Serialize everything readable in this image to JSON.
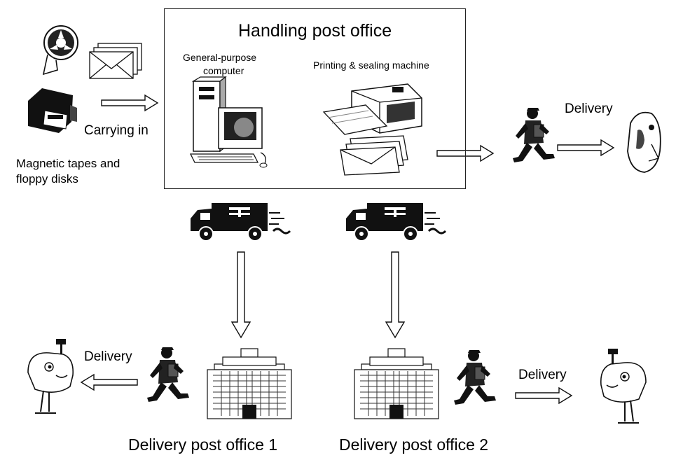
{
  "labels": {
    "handling_post_office": "Handling post office",
    "general_purpose_computer_line1": "General-purpose",
    "general_purpose_computer_line2": "computer",
    "printing_sealing_machine": "Printing & sealing machine",
    "carrying_in": "Carrying in",
    "media_line1": "Magnetic tapes and",
    "media_line2": "floppy disks",
    "delivery_right": "Delivery",
    "delivery_left": "Delivery",
    "delivery_office2": "Delivery",
    "delivery_post_office_1": "Delivery post office 1",
    "delivery_post_office_2": "Delivery post office 2"
  },
  "icons": {
    "tape_reel": "tape-reel-icon",
    "envelopes": "envelope-stack-icon",
    "floppy_drive": "floppy-disk-icon",
    "computer": "computer-icon",
    "printer": "printer-icon",
    "mail_truck": "mail-truck-icon",
    "postman": "postman-icon",
    "building": "post-office-building-icon",
    "mailbox": "mailbox-icon"
  }
}
